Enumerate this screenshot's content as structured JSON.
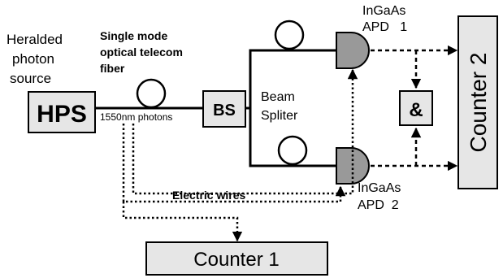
{
  "labels": {
    "heralded_line1": "Heralded",
    "heralded_line2": "photon",
    "heralded_line3": "source",
    "fiber_line1": "Single mode",
    "fiber_line2": "optical telecom",
    "fiber_line3": "fiber",
    "photons": "1550nm photons",
    "beam_line1": "Beam",
    "beam_line2": "Spliter",
    "apd1_line1": "InGaAs",
    "apd1_line2": "APD   1",
    "apd2_line1": "InGaAs",
    "apd2_line2": "APD  2",
    "electric_wires": "Electric wires"
  },
  "boxes": {
    "hps": "HPS",
    "bs": "BS",
    "and_gate": "&",
    "counter1": "Counter 1",
    "counter2": "Counter 2"
  },
  "colors": {
    "box_fill": "#e6e6e6",
    "detector_fill": "#999999",
    "line": "#000000"
  }
}
